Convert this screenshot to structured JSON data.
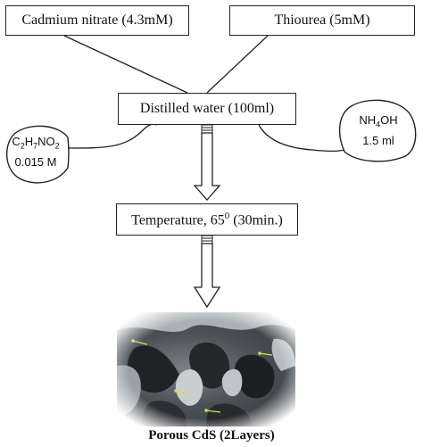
{
  "reagents": {
    "cadmium": "Cadmium nitrate (4.3mM)",
    "thiourea": "Thiourea (5mM)"
  },
  "solvent": "Distilled water (100ml)",
  "additives": {
    "left": {
      "formula": [
        "C",
        "2",
        "H",
        "7",
        "NO",
        "2"
      ],
      "amount": "0.015 M"
    },
    "right": {
      "formula": [
        "NH",
        "4",
        "OH"
      ],
      "amount": "1.5 ml"
    }
  },
  "condition": {
    "prefix": "Temperature, 65",
    "sup": "0",
    "suffix": " (30min.)"
  },
  "result": {
    "caption": "Porous CdS (2Layers)"
  },
  "colors": {
    "line": "#222222",
    "photo_mark": "#d8e040"
  }
}
